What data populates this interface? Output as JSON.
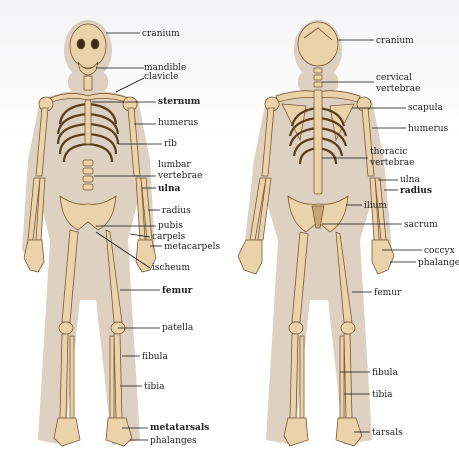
{
  "front_labels": [
    "cranium",
    "mandible",
    "clavicle",
    "sternum",
    "humerus",
    "rib",
    "lumbar",
    "vertebrae",
    "ulna",
    "radius",
    "pubis",
    "carpels",
    "metacarpels",
    "ischeum",
    "femur",
    "patella",
    "fibula",
    "tibia",
    "metatarsals",
    "phalanges"
  ],
  "back_labels": [
    "cranium",
    "cervical",
    "vertebrae",
    "scapula",
    "humerus",
    "thoracic",
    "vertebrae",
    "ulna",
    "radius",
    "ilium",
    "sacrum",
    "coccyx",
    "phalanges",
    "femur",
    "fibula",
    "tibia",
    "tarsals"
  ],
  "colors": {
    "bone": "#e9cfa7",
    "bone_dark": "#8a6a3e",
    "shadow": "#c9b69b",
    "body": "#d8c9b6"
  }
}
